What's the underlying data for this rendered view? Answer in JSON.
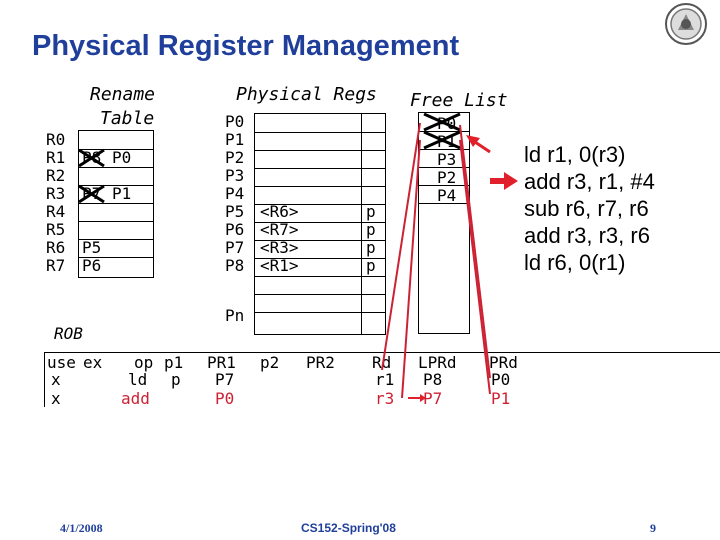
{
  "title": "Physical Register Management",
  "rename": {
    "heading_line1": "Rename",
    "heading_line2": "Table",
    "arch_regs": [
      "R0",
      "R1",
      "R2",
      "R3",
      "R4",
      "R5",
      "R6",
      "R7"
    ],
    "mappings": [
      "",
      "P8",
      "",
      "P7",
      "",
      "",
      "P5",
      "P6"
    ],
    "new_mappings": {
      "R1": "P0",
      "R3": "P1"
    }
  },
  "physregs": {
    "heading": "Physical Regs",
    "names": [
      "P0",
      "P1",
      "P2",
      "P3",
      "P4",
      "P5",
      "P6",
      "P7",
      "P8"
    ],
    "values": [
      "",
      "",
      "",
      "",
      "",
      "<R6>",
      "<R7>",
      "<R3>",
      "<R1>"
    ],
    "presence": [
      "",
      "",
      "",
      "",
      "",
      "p",
      "p",
      "p",
      "p"
    ],
    "extra_label": "Pn"
  },
  "freelist": {
    "heading": "Free List",
    "items": [
      "P0",
      "P1",
      "P3",
      "P2",
      "P4"
    ]
  },
  "program": {
    "lines": [
      "ld r1, 0(r3)",
      "add r3, r1, #4",
      "sub r6, r7, r6",
      "add r3, r3, r6",
      "ld r6, 0(r1)"
    ],
    "current_index": 1
  },
  "rob": {
    "label": "ROB",
    "headers": {
      "use": "use",
      "ex": "ex",
      "op": "op",
      "p1": "p1",
      "pr1": "PR1",
      "p2": "p2",
      "pr2": "PR2",
      "rd": "Rd",
      "lprd": "LPRd",
      "prd": "PRd"
    },
    "rows": [
      {
        "use": "x",
        "ex": "",
        "op": "ld",
        "p1": "p",
        "pr1": "P7",
        "p2": "",
        "pr2": "",
        "rd": "r1",
        "lprd": "P8",
        "prd": "P0"
      },
      {
        "use": "x",
        "ex": "",
        "op": "add",
        "p1": "",
        "pr1": "P0",
        "p2": "",
        "pr2": "",
        "rd": "r3",
        "lprd": "P7",
        "prd": "P1"
      }
    ]
  },
  "footer": {
    "date": "4/1/2008",
    "course": "CS152-Spring'08",
    "page": "9"
  },
  "colors": {
    "title": "#1f3f9b",
    "highlight": "#cc2233",
    "pointer": "#e0202a"
  },
  "icons": [
    "university-seal-icon",
    "cross-out-icon",
    "current-instruction-arrow-icon"
  ]
}
